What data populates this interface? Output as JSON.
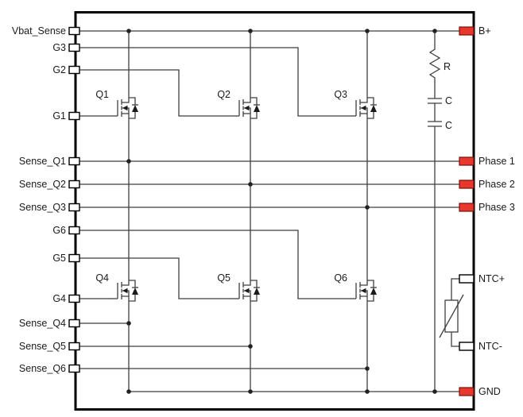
{
  "schematic": {
    "left_pins": [
      {
        "id": "vbat_sense",
        "label": "Vbat_Sense"
      },
      {
        "id": "g3",
        "label": "G3"
      },
      {
        "id": "g2",
        "label": "G2"
      },
      {
        "id": "g1",
        "label": "G1"
      },
      {
        "id": "sense_q1",
        "label": "Sense_Q1"
      },
      {
        "id": "sense_q2",
        "label": "Sense_Q2"
      },
      {
        "id": "sense_q3",
        "label": "Sense_Q3"
      },
      {
        "id": "g6",
        "label": "G6"
      },
      {
        "id": "g5",
        "label": "G5"
      },
      {
        "id": "g4",
        "label": "G4"
      },
      {
        "id": "sense_q4",
        "label": "Sense_Q4"
      },
      {
        "id": "sense_q5",
        "label": "Sense_Q5"
      },
      {
        "id": "sense_q6",
        "label": "Sense_Q6"
      }
    ],
    "right_pins": [
      {
        "id": "bplus",
        "label": "B+",
        "style": "power"
      },
      {
        "id": "phase1",
        "label": "Phase 1",
        "style": "power"
      },
      {
        "id": "phase2",
        "label": "Phase 2",
        "style": "power"
      },
      {
        "id": "phase3",
        "label": "Phase 3",
        "style": "power"
      },
      {
        "id": "ntc_plus",
        "label": "NTC+",
        "style": "signal"
      },
      {
        "id": "ntc_minus",
        "label": "NTC-",
        "style": "signal"
      },
      {
        "id": "gnd",
        "label": "GND",
        "style": "power"
      }
    ],
    "transistors": [
      {
        "label": "Q1"
      },
      {
        "label": "Q2"
      },
      {
        "label": "Q3"
      },
      {
        "label": "Q4"
      },
      {
        "label": "Q5"
      },
      {
        "label": "Q6"
      }
    ],
    "passives": {
      "resistor_label": "R",
      "capacitor1_label": "C",
      "capacitor2_label": "C"
    },
    "colors": {
      "power_pin_fill": "#e8372c",
      "power_pin_stroke": "#7a120b",
      "wire": "#3f3f3f",
      "text": "#1a1a1a"
    }
  }
}
